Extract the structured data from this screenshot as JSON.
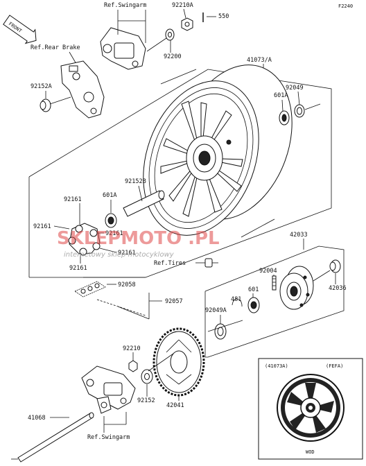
{
  "diagram_code": "F2240",
  "front_label": "FRONT",
  "refs": {
    "swingarm_top": "Ref.Swingarm",
    "rear_brake": "Ref.Rear Brake",
    "tires": "Ref.Tires",
    "swingarm_bottom": "Ref.Swingarm"
  },
  "parts": {
    "p92210A": "92210A",
    "p550": "550",
    "p92200": "92200",
    "p41073A": "41073/A",
    "p92152A": "92152A",
    "p601A_top": "601A",
    "p92049": "92049",
    "p92152B": "92152B",
    "p601A": "601A",
    "p92161_a": "92161",
    "p92161_b": "92161",
    "p92161_c": "92161",
    "p92161_d": "92161",
    "p92161_e": "92161",
    "p42033": "42033",
    "p92004": "92004",
    "p601": "601",
    "p481": "481",
    "p92049A": "92049A",
    "p42036": "42036",
    "p92058": "92058",
    "p92057": "92057",
    "p92210": "92210",
    "p92152": "92152",
    "p42041": "42041",
    "p41068": "41068"
  },
  "inset": {
    "left": "(41073A)",
    "right": "(FEFA)",
    "caption": "WOD"
  },
  "watermark": {
    "main": "SKLEPMOTO .PL",
    "sub": "internetowy sklep motocyklowy"
  }
}
